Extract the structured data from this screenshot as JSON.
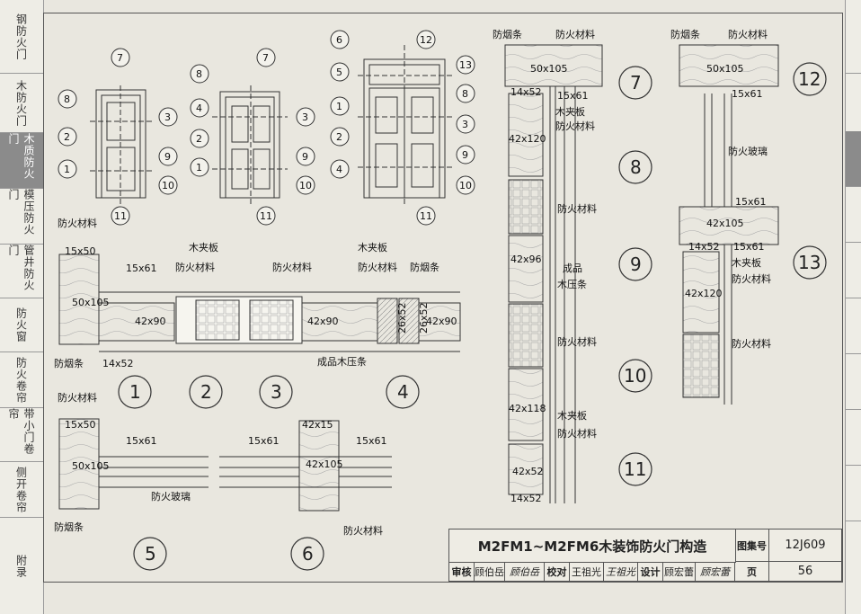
{
  "left_nav": [
    {
      "label": "钢防火门"
    },
    {
      "label": "木防火门"
    },
    {
      "label": "木质防火门"
    },
    {
      "label": "模压防火门"
    },
    {
      "label": "管井防火门"
    },
    {
      "label": "防火窗"
    },
    {
      "label": "防火卷帘"
    },
    {
      "label": "带小门卷帘"
    },
    {
      "label": "侧开卷帘"
    },
    {
      "label": "附录"
    }
  ],
  "labels": {
    "fire_material": "防火材料",
    "smoke_strip": "防烟条",
    "plywood": "木夹板",
    "fire_glass": "防火玻璃",
    "product_wood_strip": "成品木压条",
    "product": "成品",
    "wood_strip": "木压条"
  },
  "dims": {
    "d15x61": "15x61",
    "d15x50": "15x50",
    "d50x105": "50x105",
    "d42x90": "42x90",
    "d14x52": "14x52",
    "d26x52": "26x52",
    "d42x15": "42x15",
    "d42x105": "42x105",
    "d42x120": "42x120",
    "d42x96": "42x96",
    "d42x118": "42x118",
    "d42x52": "42x52"
  },
  "callouts": [
    "1",
    "2",
    "3",
    "4",
    "5",
    "6",
    "7",
    "8",
    "9",
    "10",
    "11",
    "12",
    "13"
  ],
  "section_numbers": [
    "1",
    "2",
    "3",
    "4",
    "5",
    "6",
    "7",
    "8",
    "9",
    "10",
    "11",
    "12",
    "13"
  ],
  "title_block": {
    "title": "M2FM1~M2FM6木装饰防火门构造",
    "atlas_label": "图集号",
    "atlas_no": "12J609",
    "page_label": "页",
    "page_no": "56",
    "review_label": "审核",
    "reviewer": "顾伯岳",
    "review_sig": "顾伯岳",
    "check_label": "校对",
    "checker": "王祖光",
    "check_sig": "王祖光",
    "design_label": "设计",
    "designer": "顾宏蕾",
    "design_sig": "顾宏蕾"
  }
}
